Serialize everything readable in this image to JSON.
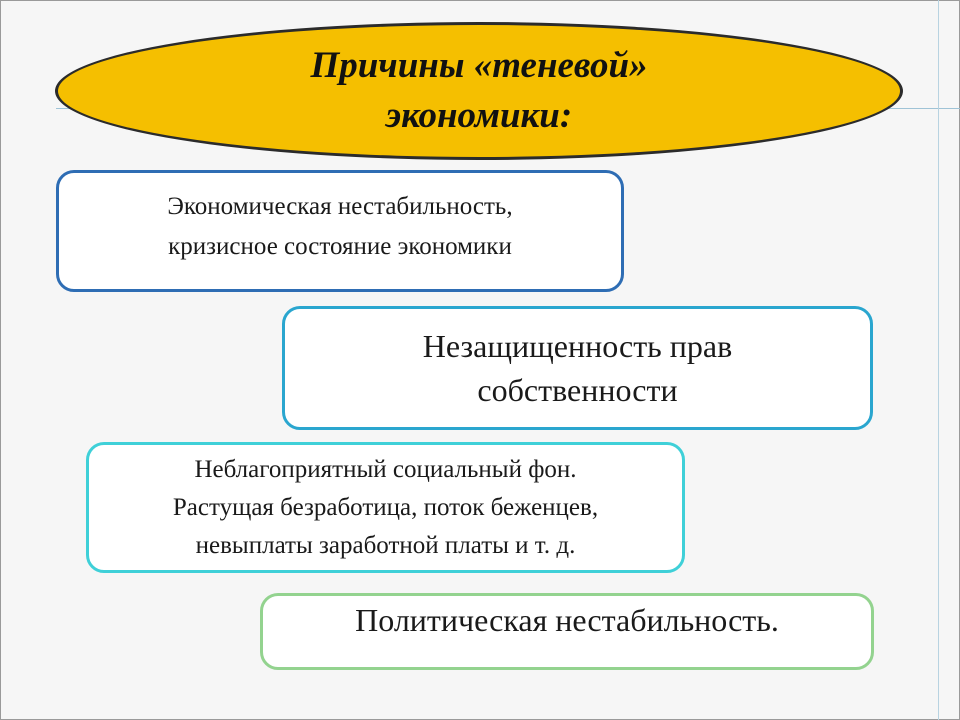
{
  "diagram": {
    "title": {
      "line1": "Причины «теневой»",
      "line2": "экономики:"
    },
    "causes": [
      {
        "lines": [
          "Экономическая нестабильность,",
          "кризисное состояние экономики"
        ]
      },
      {
        "lines": [
          "Незащищенность прав",
          "собственности"
        ]
      },
      {
        "lines": [
          "Неблагоприятный социальный фон.",
          "Растущая безработица, поток беженцев,",
          "невыплаты заработной платы и т. д."
        ]
      },
      {
        "lines": [
          "Политическая нестабильность."
        ]
      }
    ]
  },
  "colors": {
    "title_fill": "#f5bf00",
    "box1_border": "#2e6db4",
    "box2_border": "#2aa6cf",
    "box3_border": "#3fd0d8",
    "box4_border": "#93d38f"
  }
}
